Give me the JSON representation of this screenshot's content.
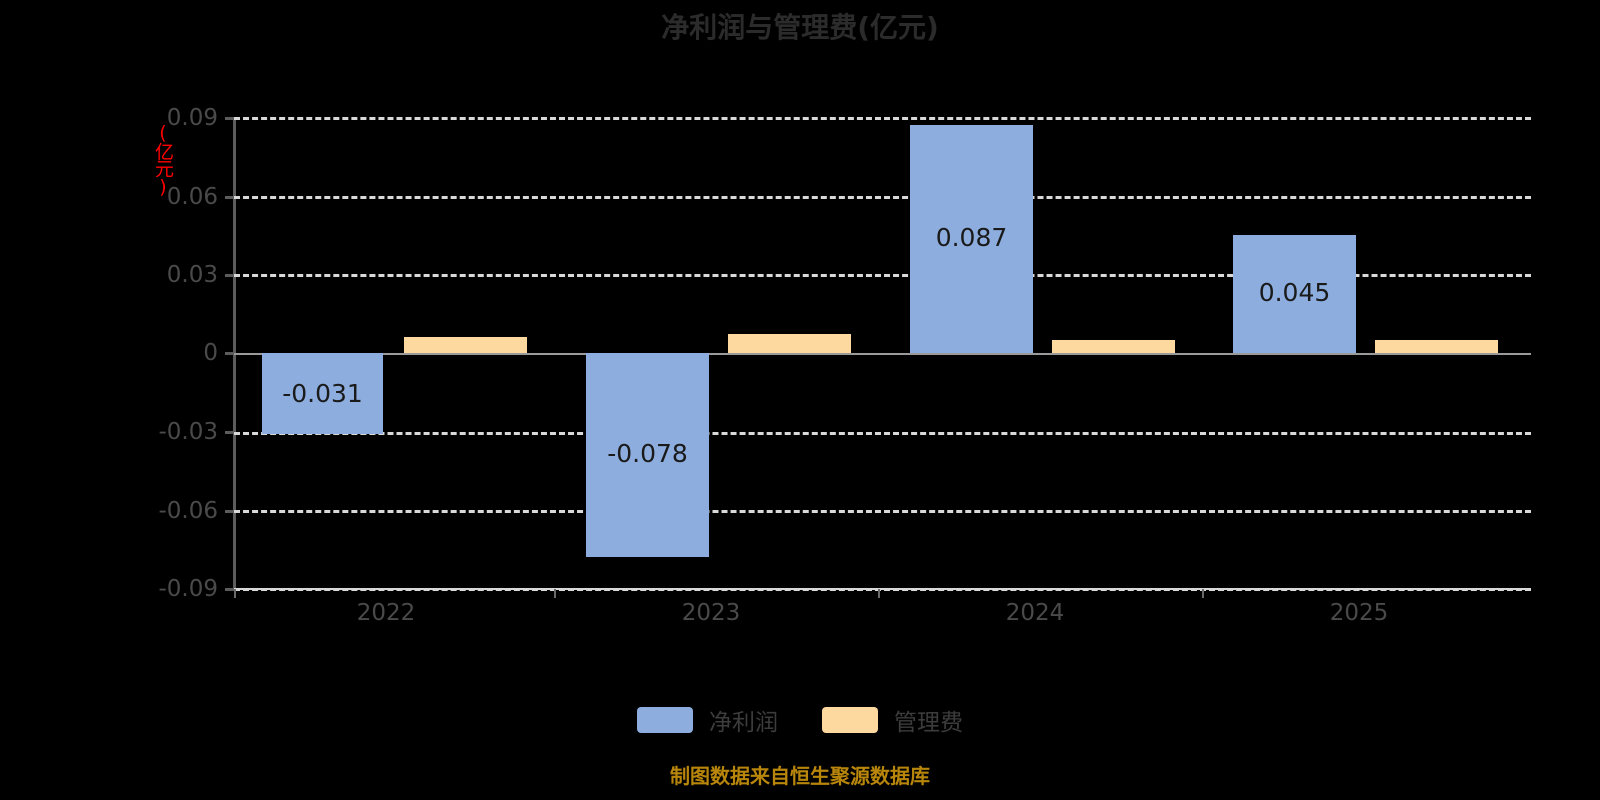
{
  "chart_data": {
    "type": "bar",
    "title": "净利润与管理费(亿元)",
    "categories": [
      "2022",
      "2023",
      "2024",
      "2025"
    ],
    "series": [
      {
        "name": "净利润",
        "color": "#8cadde",
        "values": [
          -0.031,
          -0.078,
          0.087,
          0.045
        ],
        "labels": [
          "-0.031",
          "-0.078",
          "0.087",
          "0.045"
        ]
      },
      {
        "name": "管理费",
        "color": "#fdd9a0",
        "values": [
          0.0062,
          0.0072,
          0.005,
          0.005
        ],
        "labels": [
          "",
          "",
          "",
          ""
        ]
      }
    ],
    "xlabel": "",
    "ylabel": "(亿元)",
    "ylim": [
      -0.09,
      0.09
    ],
    "yticks": [
      0.09,
      0.06,
      0.03,
      0,
      -0.03,
      -0.06,
      -0.09
    ],
    "ytick_labels": [
      "0.09",
      "0.06",
      "0.03",
      "0",
      "-0.03",
      "-0.06",
      "-0.09"
    ],
    "grid": true,
    "grid_style": "dashed",
    "legend_position": "bottom",
    "background": "#000000"
  },
  "axis": {
    "unit_label": "(亿元)",
    "unit_color": "#ff0000"
  },
  "legend": {
    "items": [
      {
        "label": "净利润",
        "color": "#8cadde"
      },
      {
        "label": "管理费",
        "color": "#fdd9a0"
      }
    ]
  },
  "footer": {
    "note": "制图数据来自恒生聚源数据库",
    "color": "#b8860b"
  }
}
